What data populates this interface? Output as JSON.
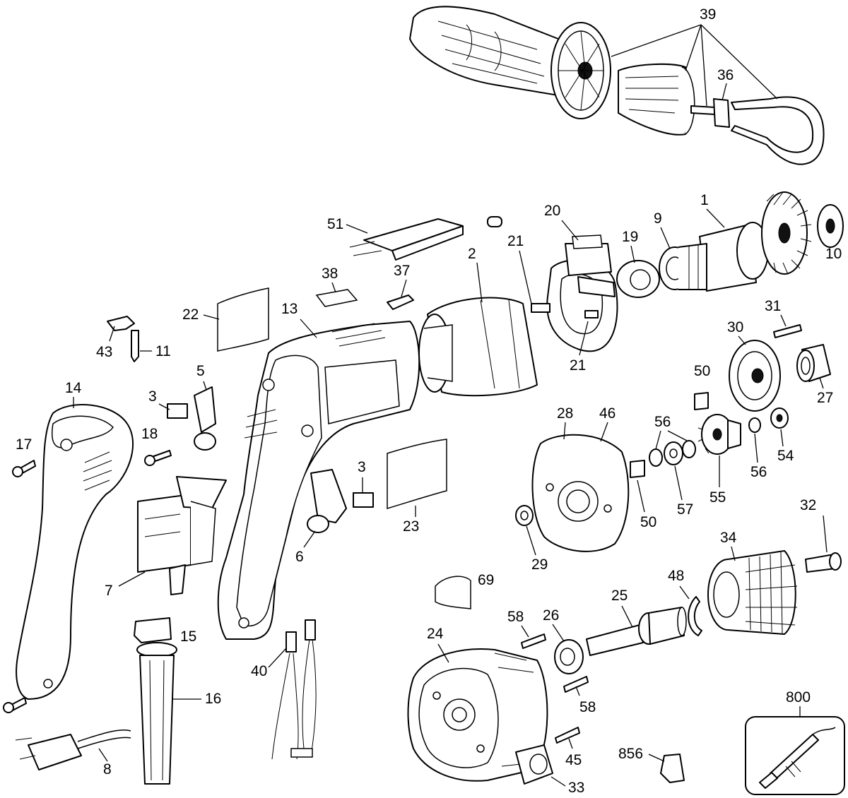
{
  "callouts": {
    "c1": "1",
    "c2": "2",
    "c3a": "3",
    "c3b": "3",
    "c5": "5",
    "c6": "6",
    "c7": "7",
    "c8": "8",
    "c9": "9",
    "c10": "10",
    "c11": "11",
    "c13": "13",
    "c14": "14",
    "c15": "15",
    "c16": "16",
    "c17": "17",
    "c18": "18",
    "c19": "19",
    "c20": "20",
    "c21a": "21",
    "c21b": "21",
    "c22": "22",
    "c23": "23",
    "c24": "24",
    "c25": "25",
    "c26": "26",
    "c27": "27",
    "c28": "28",
    "c29": "29",
    "c30": "30",
    "c31": "31",
    "c32": "32",
    "c33": "33",
    "c34": "34",
    "c36": "36",
    "c37": "37",
    "c38": "38",
    "c39": "39",
    "c40": "40",
    "c43": "43",
    "c45": "45",
    "c46": "46",
    "c48": "48",
    "c50a": "50",
    "c50b": "50",
    "c51": "51",
    "c54": "54",
    "c55": "55",
    "c56a": "56",
    "c56b": "56",
    "c57": "57",
    "c58a": "58",
    "c58b": "58",
    "c69": "69",
    "c800": "800",
    "c856": "856"
  }
}
